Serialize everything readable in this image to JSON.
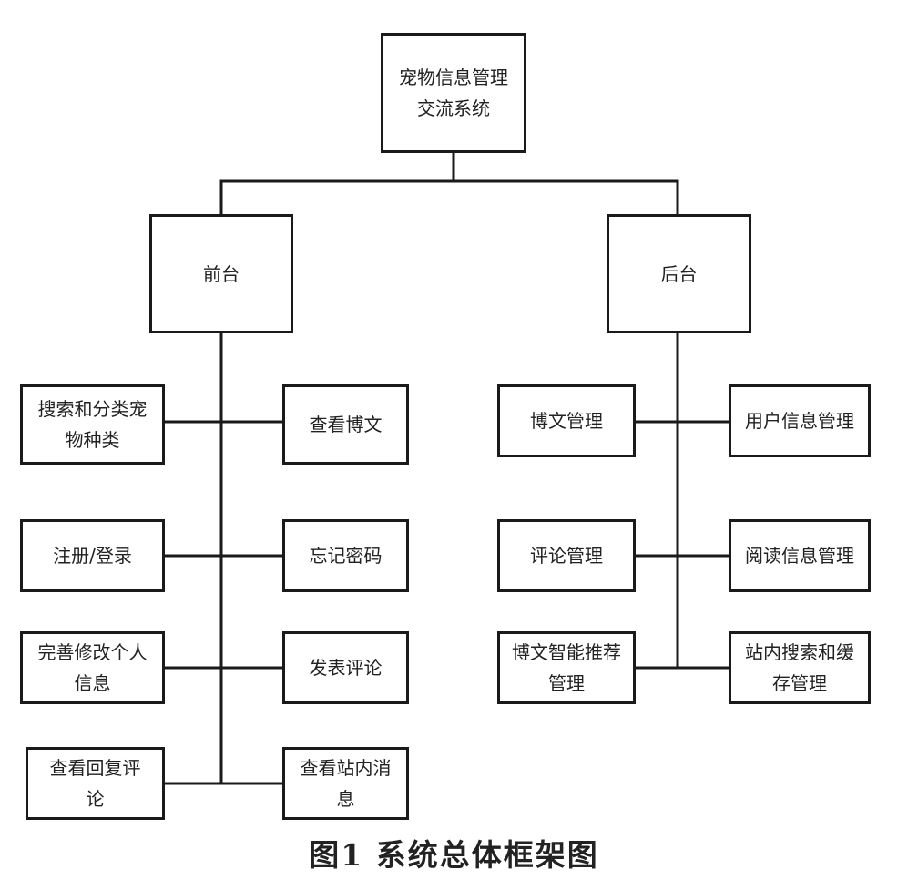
{
  "diagram": {
    "root": "宠物信息管理交流系统",
    "front": {
      "label": "前台",
      "items": [
        "搜索和分类宠物种类",
        "查看博文",
        "注册/登录",
        "忘记密码",
        "完善修改个人信息",
        "发表评论",
        "查看回复评论",
        "查看站内消息"
      ]
    },
    "back": {
      "label": "后台",
      "items": [
        "博文管理",
        "用户信息管理",
        "评论管理",
        "阅读信息管理",
        "博文智能推荐管理",
        "站内搜索和缓存管理"
      ]
    }
  },
  "caption": "图1 系统总体框架图"
}
